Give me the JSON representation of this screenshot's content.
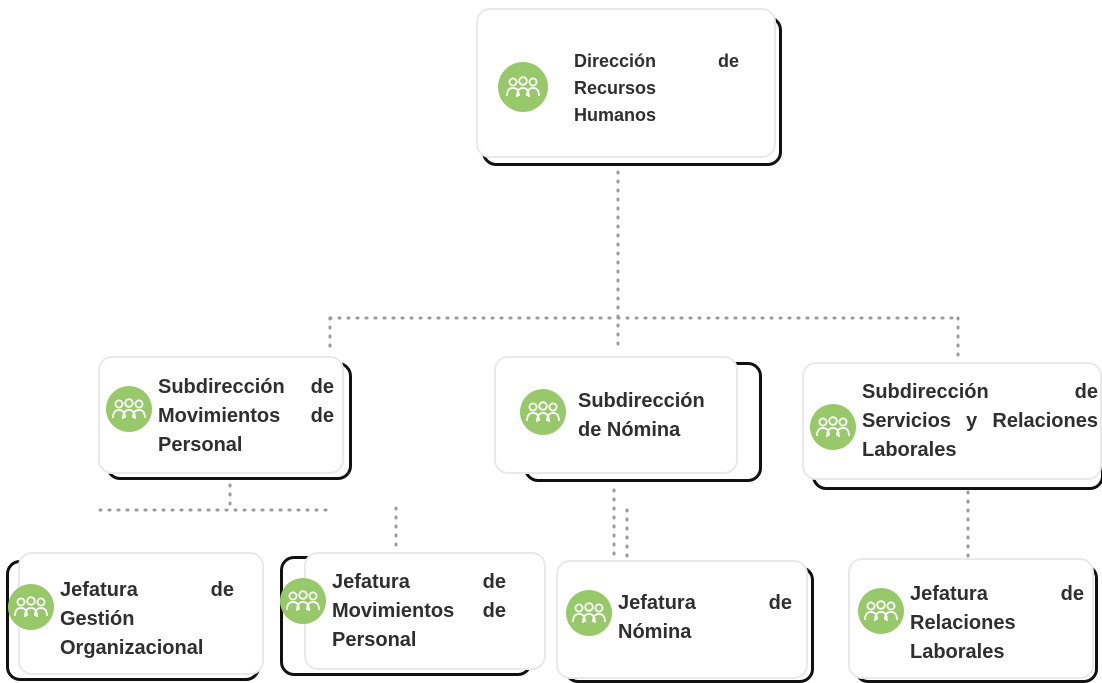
{
  "colors": {
    "icon_fill": "#97c96a",
    "card_border": "#e9e9e9",
    "shadow_border": "#111111",
    "text": "#2f2f2f",
    "connector": "#9a9a9a"
  },
  "icon_name": "people-group-icon",
  "nodes": {
    "direccion_rh": {
      "label": "Dirección de Recursos Humanos"
    },
    "sub_movimientos": {
      "label": "Subdirección de Movimientos de Personal"
    },
    "sub_nomina": {
      "label": "Subdirección de Nómina"
    },
    "sub_servicios": {
      "label": "Subdirección de Servicios y Relaciones Laborales"
    },
    "jef_gestion": {
      "label": "Jefatura de Gestión Organizacional"
    },
    "jef_movimientos": {
      "label": "Jefatura de Movimientos de Personal"
    },
    "jef_nomina": {
      "label": "Jefatura de Nómina"
    },
    "jef_relaciones": {
      "label": "Jefatura de Relaciones Laborales"
    }
  }
}
